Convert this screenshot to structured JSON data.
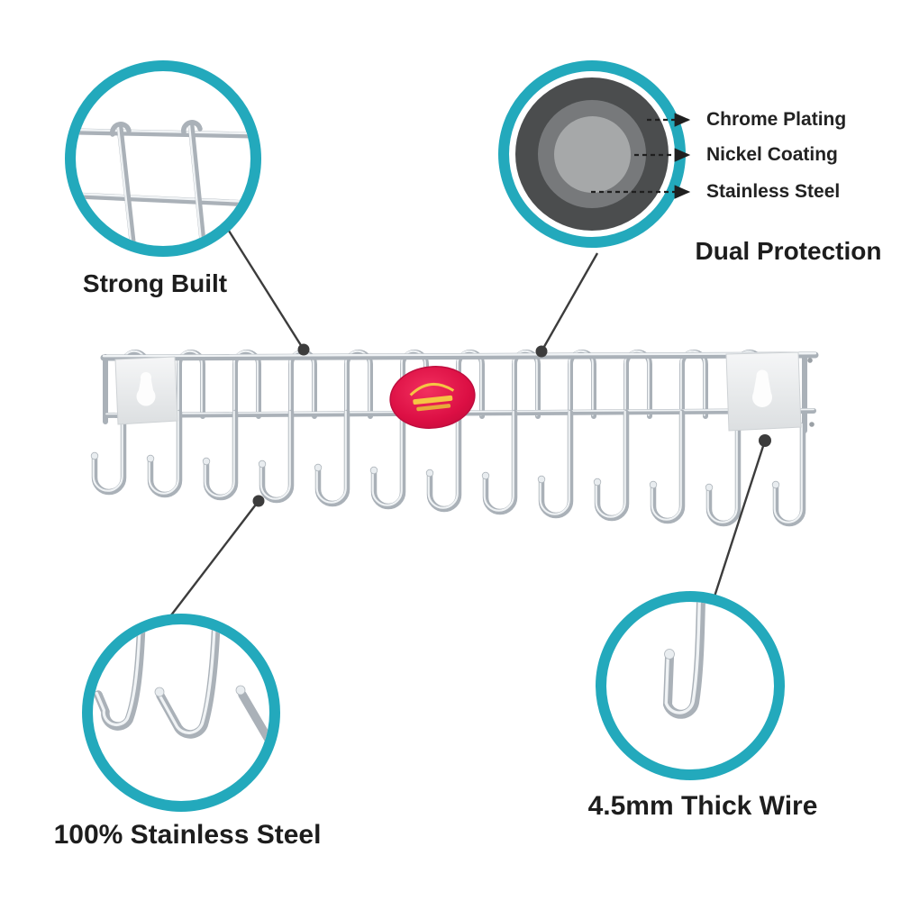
{
  "colors": {
    "accent_teal": "#23A9BC",
    "text": "#1D1D1D",
    "connector": "#3C3C3C",
    "badge_red": "#DC0F44",
    "badge_gold": "#F6C544",
    "steel_base": "#AAB1B8",
    "steel_highlight": "#F0F3F5",
    "layer_outer_gray": "#4B4D4E",
    "layer_mid_gray": "#77797B",
    "layer_inner_gray": "#A6A8A9"
  },
  "callouts": {
    "strong_built": {
      "label": "Strong Built"
    },
    "dual_protection": {
      "label": "Dual Protection",
      "layer_labels": [
        "Chrome Plating",
        "Nickel Coating",
        "Stainless Steel"
      ]
    },
    "stainless_steel": {
      "label": "100% Stainless Steel"
    },
    "thick_wire": {
      "label": "4.5mm Thick Wire"
    }
  }
}
